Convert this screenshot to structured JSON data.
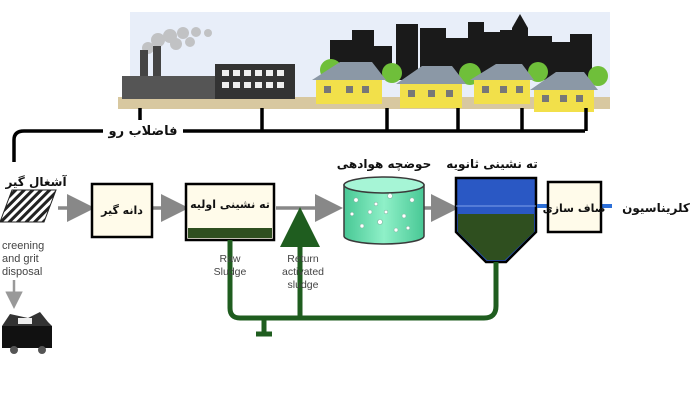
{
  "labels": {
    "sewer": "فاضلاب رو",
    "screen": "آشغال گیر",
    "grit": "دانه گیر",
    "primary": "ته نشینی اولیه",
    "aeration": "حوضچه هوادهی",
    "secondary": "ته نشینی ثانویه",
    "filtration": "صاف سازی",
    "chlorination": "کلریناسیون",
    "raw_sludge": [
      "Raw",
      "Sludge"
    ],
    "return_sludge": [
      "Return",
      "activated",
      "sludge"
    ],
    "screening_disposal": [
      "creening",
      "and grit",
      "disposal"
    ]
  },
  "colors": {
    "sky": "#e8eef9",
    "ground": "#d8c8a0",
    "skyline": "#1a1a1a",
    "house_wall": "#f2e04a",
    "house_roof": "#8b98a6",
    "tree": "#6fbf3a",
    "factory": "#555555",
    "flow_arrow": "#888888",
    "sludge_pipe": "#1f5d1f",
    "sludge_fill": "#2f4f1f",
    "aeration_tank": "#6fe3b4",
    "secondary_water": "#2a58c4",
    "blue_connector": "#2c6fd8"
  }
}
